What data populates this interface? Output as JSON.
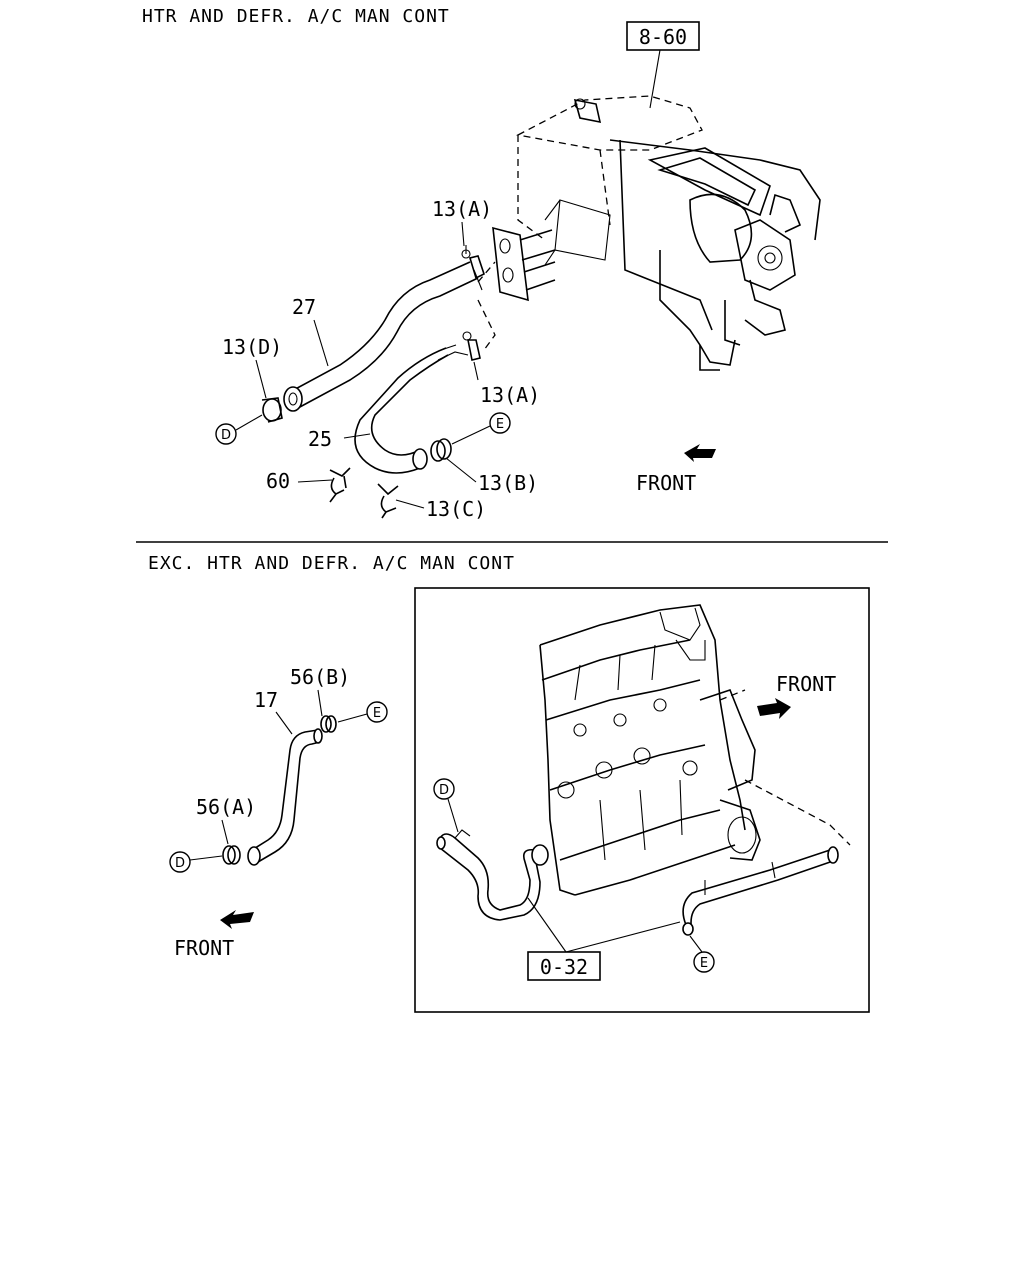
{
  "sections": {
    "top_header": "HTR AND DEFR. A/C MAN CONT",
    "bottom_header": "EXC. HTR AND DEFR. A/C MAN CONT"
  },
  "references": {
    "heater_unit": "8-60",
    "engine_group": "0-32"
  },
  "connectors": {
    "d": "D",
    "e": "E"
  },
  "top_parts": {
    "clamp_a_upper": "13(A)",
    "hose_27": "27",
    "clamp_d": "13(D)",
    "clamp_a_lower": "13(A)",
    "hose_25": "25",
    "clamp_b": "13(B)",
    "clip_60": "60",
    "clamp_c": "13(C)"
  },
  "bottom_parts": {
    "hose_17": "17",
    "clamp_56b": "56(B)",
    "clamp_56a": "56(A)"
  },
  "front_labels": {
    "top": "FRONT",
    "bottom_left": "FRONT",
    "inset": "FRONT"
  }
}
